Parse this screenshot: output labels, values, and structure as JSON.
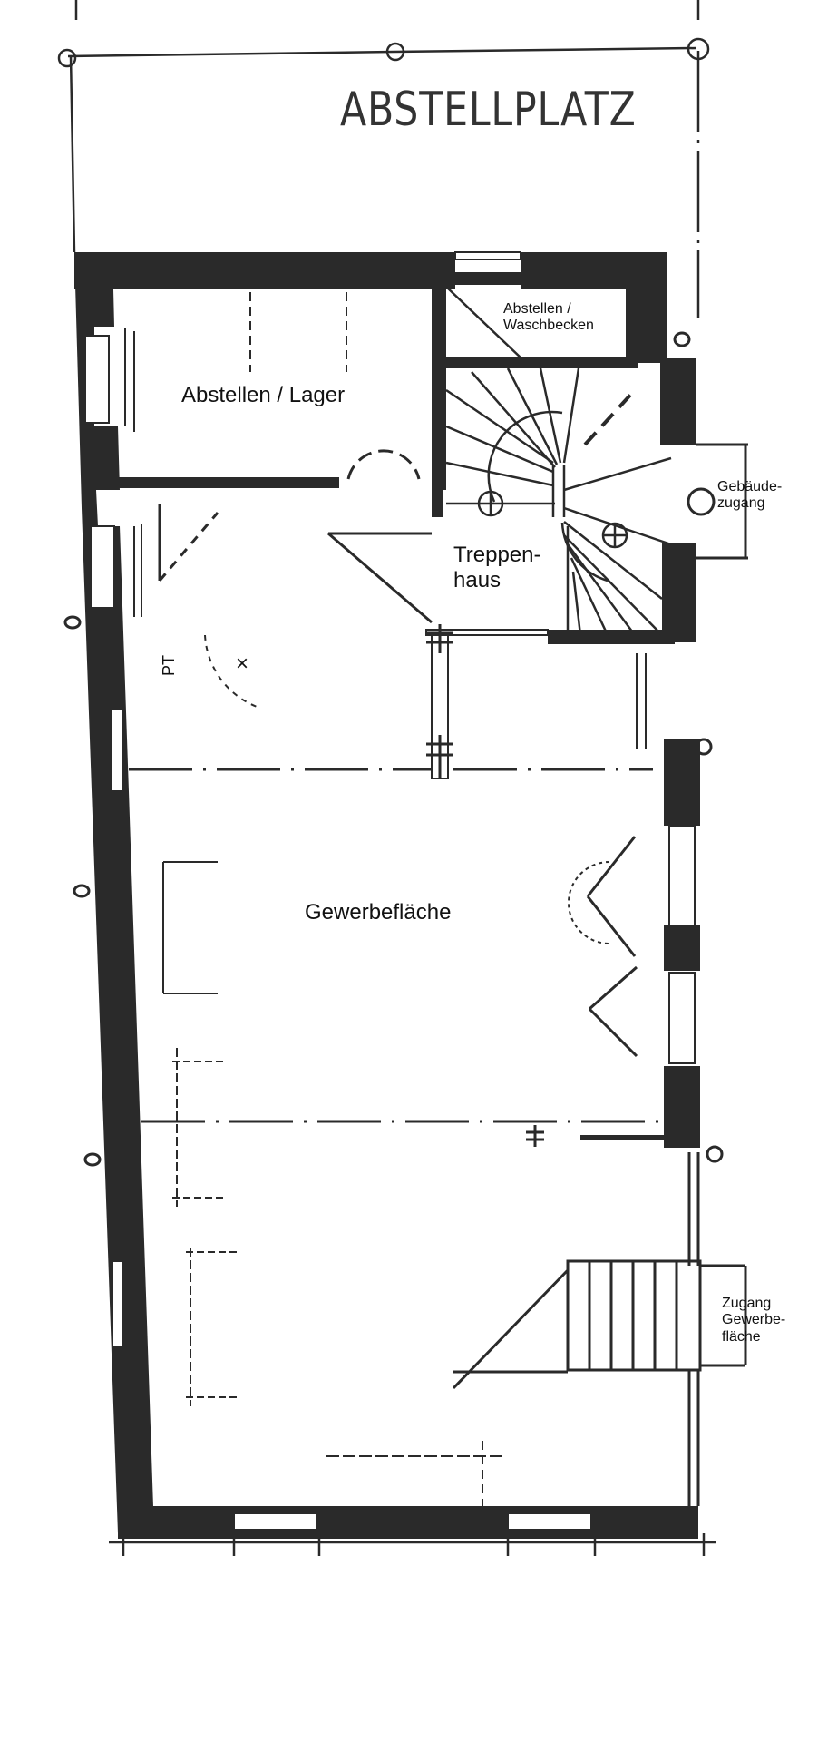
{
  "plan": {
    "title": "ABSTELLPLATZ",
    "wall_color": "#2a2a2a",
    "line_color": "#2a2a2a",
    "background": "#ffffff"
  },
  "rooms": [
    {
      "id": "abstellplatz",
      "label": "ABSTELLPLATZ"
    },
    {
      "id": "abstellen-lager",
      "label": "Abstellen / Lager"
    },
    {
      "id": "abstellen-waschbecken",
      "label": "Abstellen /\nWaschbecken"
    },
    {
      "id": "treppenhaus",
      "label": "Treppen-\nhaus"
    },
    {
      "id": "gebaeudezugang",
      "label": "Gebäude-\nzugang"
    },
    {
      "id": "gewerbeflaeche",
      "label": "Gewerbefläche"
    },
    {
      "id": "zugang-gewerbeflaeche",
      "label": "Zugang\nGewerbe-\nfläche"
    }
  ],
  "markers": {
    "pt_label": "PT",
    "x_mark": "×"
  }
}
